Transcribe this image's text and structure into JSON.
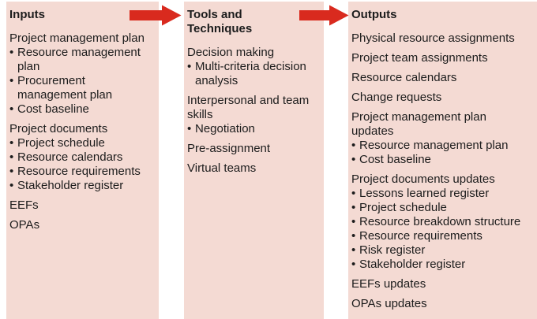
{
  "bullet_char": "•",
  "colors": {
    "panel_bg": "#f4dad3",
    "arrow_red": "#d92a1e",
    "text": "#1c1c1c",
    "page_bg": "#ffffff"
  },
  "columns": [
    {
      "id": "inputs",
      "heading": "Inputs",
      "groups": [
        {
          "lead": "Project management plan",
          "bullets": [
            "Resource management plan",
            "Procurement management plan",
            "Cost baseline"
          ]
        },
        {
          "lead": "Project documents",
          "bullets": [
            "Project schedule",
            "Resource calendars",
            "Resource requirements",
            "Stakeholder register"
          ]
        },
        {
          "lead": "EEFs",
          "bullets": []
        },
        {
          "lead": "OPAs",
          "bullets": []
        }
      ]
    },
    {
      "id": "tools-and-techniques",
      "heading": "Tools and Techniques",
      "groups": [
        {
          "lead": "Decision making",
          "bullets": [
            "Multi-criteria decision analysis"
          ]
        },
        {
          "lead": "Interpersonal and team skills",
          "bullets": [
            "Negotiation"
          ]
        },
        {
          "lead": "Pre-assignment",
          "bullets": []
        },
        {
          "lead": "Virtual teams",
          "bullets": []
        }
      ]
    },
    {
      "id": "outputs",
      "heading": "Outputs",
      "groups": [
        {
          "lead": "Physical resource assignments",
          "bullets": []
        },
        {
          "lead": "Project team assignments",
          "bullets": []
        },
        {
          "lead": "Resource calendars",
          "bullets": []
        },
        {
          "lead": "Change requests",
          "bullets": []
        },
        {
          "lead": "Project management plan updates",
          "bullets": [
            "Resource management plan",
            "Cost baseline"
          ]
        },
        {
          "lead": "Project documents updates",
          "bullets": [
            "Lessons learned register",
            "Project schedule",
            "Resource breakdown structure",
            "Resource requirements",
            "Risk register",
            "Stakeholder register"
          ]
        },
        {
          "lead": "EEFs updates",
          "bullets": []
        },
        {
          "lead": "OPAs updates",
          "bullets": []
        }
      ]
    }
  ]
}
